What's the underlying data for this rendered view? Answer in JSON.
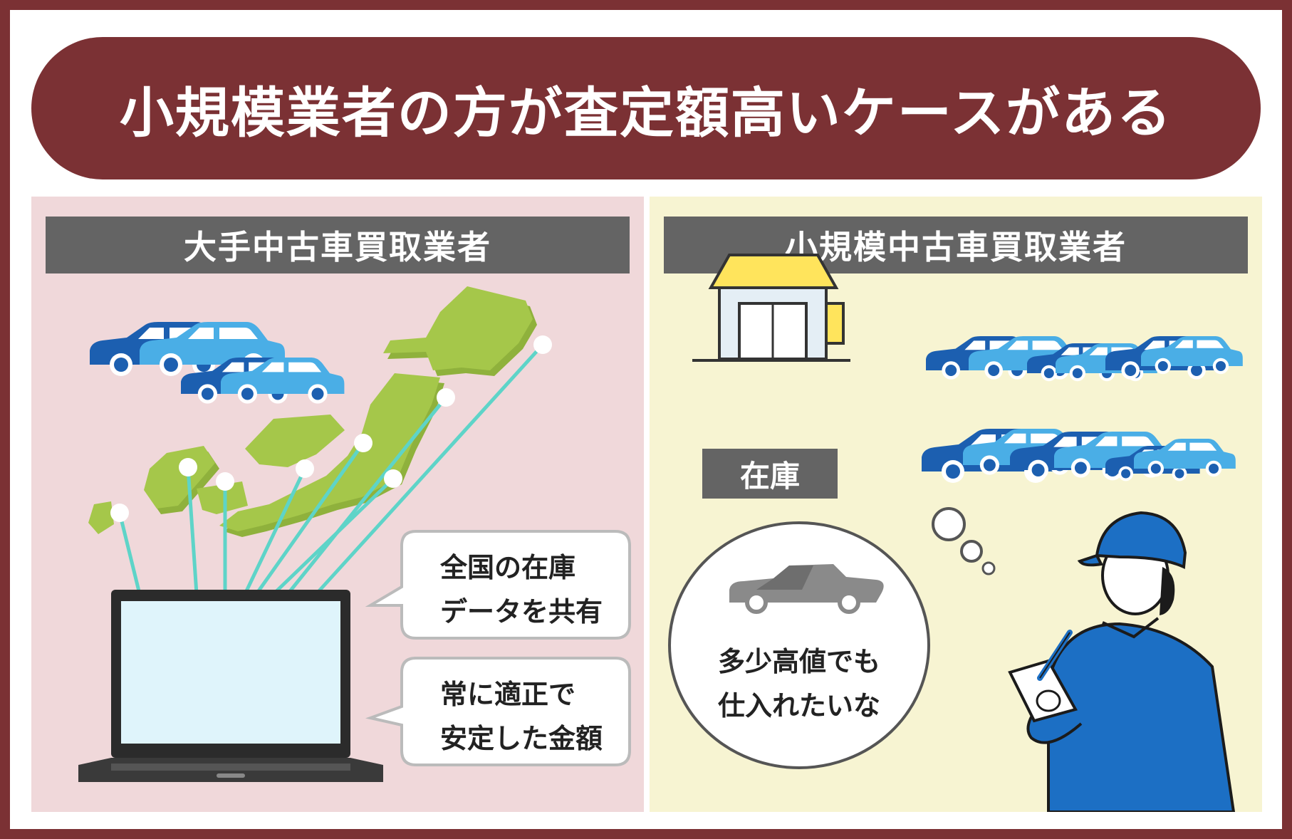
{
  "title": "小規模業者の方が査定額高いケースがある",
  "left_panel": {
    "header": "大手中古車買取業者",
    "bubbles": [
      {
        "lines": [
          "全国の在庫",
          "データを共有"
        ]
      },
      {
        "lines": [
          "常に適正で",
          "安定した金額"
        ]
      }
    ]
  },
  "right_panel": {
    "header": "小規模中古車買取業者",
    "stock_label": "在庫",
    "thought": {
      "lines": [
        "多少高値でも",
        "仕入れたいな"
      ]
    }
  },
  "colors": {
    "frame": "#7b3134",
    "left_bg": "#f0d8da",
    "right_bg": "#f7f4d2",
    "header_bg": "#646464",
    "map_green": "#a5c74a",
    "link_cyan": "#5ed4c8",
    "car_dark_blue": "#1c5fb0",
    "car_light_blue": "#4aaee6"
  },
  "icons": [
    "car-icon",
    "japan-map-icon",
    "laptop-icon",
    "shop-icon",
    "worker-icon",
    "sports-car-icon"
  ]
}
